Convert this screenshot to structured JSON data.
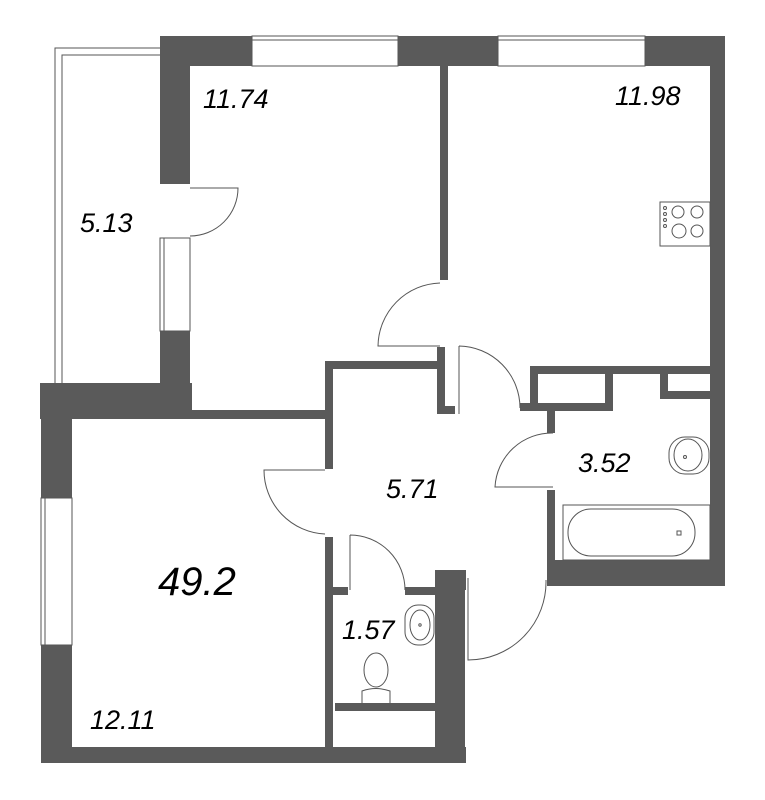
{
  "plan": {
    "title": "Apartment floor plan",
    "total_area": "49.2",
    "wall_color": "#5a5a5a",
    "rooms": [
      {
        "id": "bedroom",
        "area": "11.74"
      },
      {
        "id": "kitchen",
        "area": "11.98"
      },
      {
        "id": "loggia",
        "area": "5.13"
      },
      {
        "id": "hallway",
        "area": "5.71"
      },
      {
        "id": "bathroom",
        "area": "3.52"
      },
      {
        "id": "living-room",
        "area": "12.11"
      },
      {
        "id": "wc",
        "area": "1.57"
      }
    ],
    "fixtures": [
      "stove-icon",
      "bathtub-icon",
      "sink-icon",
      "toilet-icon"
    ]
  }
}
